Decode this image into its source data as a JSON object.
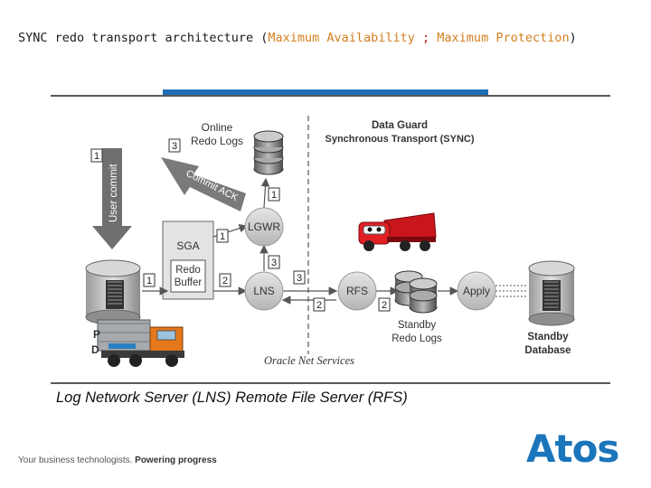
{
  "title": {
    "prefix": "SYNC redo transport architecture (",
    "mode1": "Maximum Availability",
    "sep": " ; ",
    "mode2": "Maximum Protection",
    "suffix": ")"
  },
  "diagram": {
    "online_redo_logs": [
      "Online",
      "Redo Logs"
    ],
    "sync_transport": [
      "Data Guard",
      "Synchronous Transport (SYNC)"
    ],
    "user_commit": "User commit",
    "commit_ack": "Commit ACK",
    "sga": "SGA",
    "redo_buffer": [
      "Redo",
      "Buffer"
    ],
    "lgwr": "LGWR",
    "lns": "LNS",
    "rfs": "RFS",
    "apply": "Apply",
    "standby_redo_logs": [
      "Standby",
      "Redo Logs"
    ],
    "standby_database": [
      "Standby",
      "Database"
    ],
    "oracle_net_services": "Oracle Net Services",
    "primary_db_partial": [
      "P",
      "D"
    ],
    "step_labels": {
      "one": "1",
      "two": "2",
      "three": "3"
    }
  },
  "caption": "Log Network Server (LNS)  Remote File Server (RFS)",
  "footer": {
    "tagline_regular": "Your business technologists. ",
    "tagline_bold": "Powering progress",
    "logo": "Atos"
  },
  "colors": {
    "accent_bar": "#1f6fb5",
    "process_circle": "#c9cbcd",
    "title_highlight": "#d47f1f",
    "logo": "#1a75bb"
  }
}
